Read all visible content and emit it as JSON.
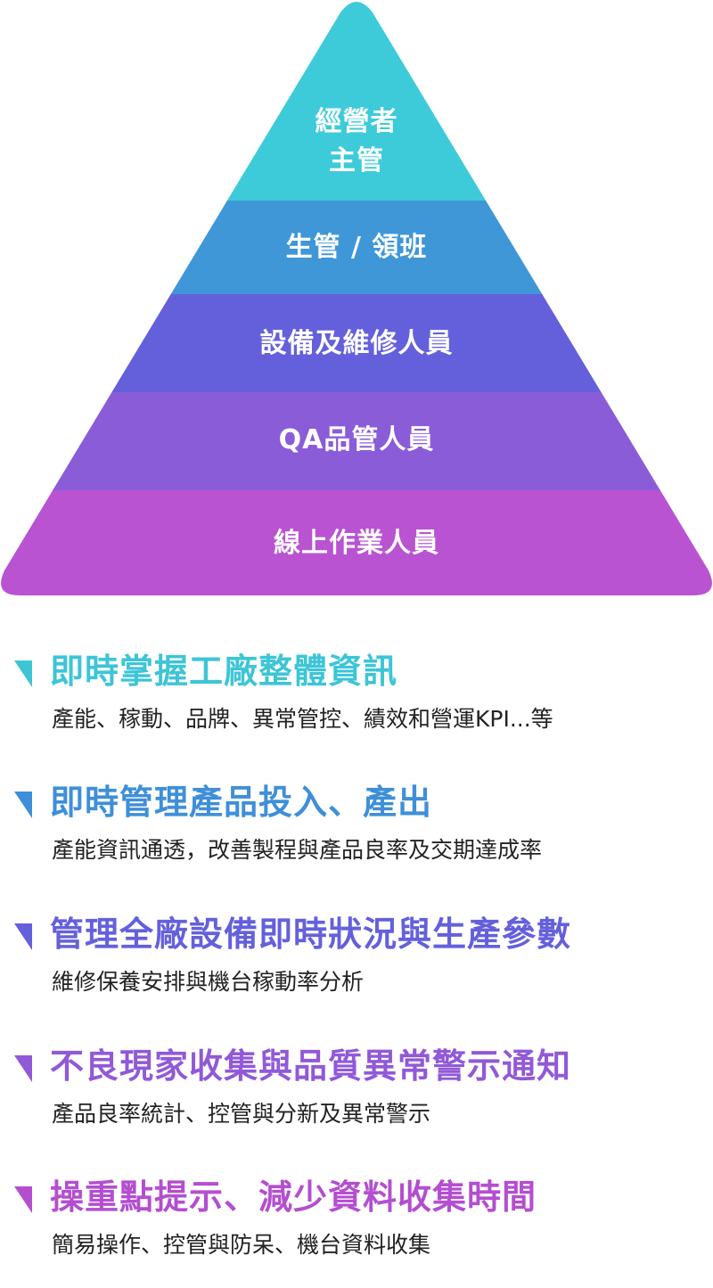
{
  "pyramid": {
    "tiers": [
      {
        "lines": [
          "經營者",
          "主管"
        ],
        "color": "#3dcbd9"
      },
      {
        "lines": [
          "生管 / 領班"
        ],
        "color": "#3f97d8"
      },
      {
        "lines": [
          "設備及維修人員"
        ],
        "color": "#6460dc"
      },
      {
        "lines": [
          "QA品管人員"
        ],
        "color": "#8a5cd8"
      },
      {
        "lines": [
          "線上作業人員"
        ],
        "color": "#b953d2"
      }
    ]
  },
  "features": [
    {
      "title": "即時掌握工廠整體資訊",
      "desc": "產能、稼動、品牌、異常管控、績效和營運KPI...等",
      "color": "#3dc5d6"
    },
    {
      "title": "即時管理產品投入、產出",
      "desc": "產能資訊通透，改善製程與產品良率及交期達成率",
      "color": "#3f8fd8"
    },
    {
      "title": "管理全廠設備即時狀況與生產參數",
      "desc": "維修保養安排與機台稼動率分析",
      "color": "#6460dc"
    },
    {
      "title": "不良現家收集與品質異常警示通知",
      "desc": "產品良率統計、控管與分新及異常警示",
      "color": "#9159d8"
    },
    {
      "title": "操重點提示、減少資料收集時間",
      "desc": "簡易操作、控管與防呆、機台資料收集",
      "color": "#b44ed0"
    }
  ]
}
